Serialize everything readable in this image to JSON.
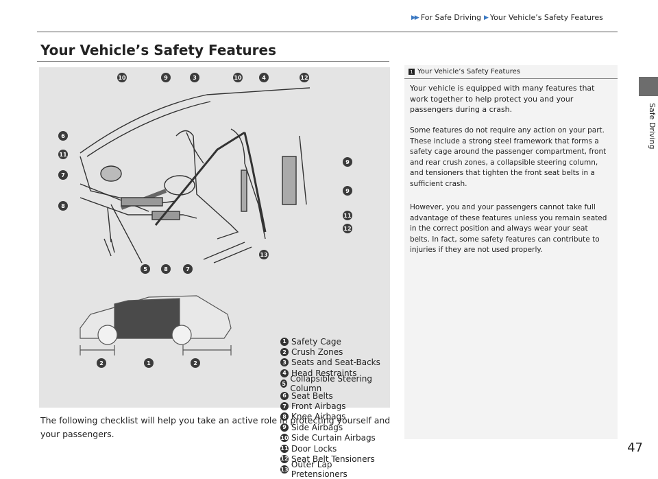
{
  "header": {
    "breadcrumb": [
      "For Safe Driving",
      "Your Vehicle’s Safety Features"
    ]
  },
  "side_tab": {
    "label": "Safe Driving"
  },
  "page": {
    "title": "Your Vehicle’s Safety Features",
    "page_number": "47",
    "checklist_text": "The following checklist will help you take an active role in protecting yourself and your passengers."
  },
  "figure": {
    "legend": [
      {
        "num": "1",
        "label": "Safety Cage"
      },
      {
        "num": "2",
        "label": "Crush Zones"
      },
      {
        "num": "3",
        "label": "Seats and Seat-Backs"
      },
      {
        "num": "4",
        "label": "Head Restraints"
      },
      {
        "num": "5",
        "label": "Collapsible Steering Column"
      },
      {
        "num": "6",
        "label": "Seat Belts"
      },
      {
        "num": "7",
        "label": "Front Airbags"
      },
      {
        "num": "8",
        "label": "Knee Airbags"
      },
      {
        "num": "9",
        "label": "Side Airbags"
      },
      {
        "num": "10",
        "label": "Side Curtain Airbags"
      },
      {
        "num": "11",
        "label": "Door Locks"
      },
      {
        "num": "12",
        "label": "Seat Belt Tensioners"
      },
      {
        "num": "13",
        "label": "Outer Lap Pretensioners"
      }
    ],
    "callouts": [
      "10",
      "9",
      "3",
      "10",
      "4",
      "12",
      "6",
      "11",
      "7",
      "8",
      "9",
      "9",
      "11",
      "12",
      "13",
      "5",
      "8",
      "7",
      "2",
      "1",
      "2"
    ]
  },
  "note": {
    "badge": "1",
    "title": "Your Vehicle’s Safety Features",
    "p1": "Your vehicle is equipped with many features that work together to help protect you and your passengers during a crash.",
    "p2": "Some features do not require any action on your part. These include a strong steel framework that forms a safety cage around the passenger compartment, front and rear crush zones, a collapsible steering column, and tensioners that tighten the front seat belts in a sufficient crash.",
    "p3": "However, you and your passengers cannot take full advantage of these features unless you remain seated in the correct position and always wear your seat belts. In fact, some safety features can contribute to injuries if they are not used properly."
  },
  "colors": {
    "accent": "#3a78c2",
    "figure_bg": "#e4e4e4",
    "note_bg": "#f3f3f3",
    "tab": "#6d6d6d"
  }
}
